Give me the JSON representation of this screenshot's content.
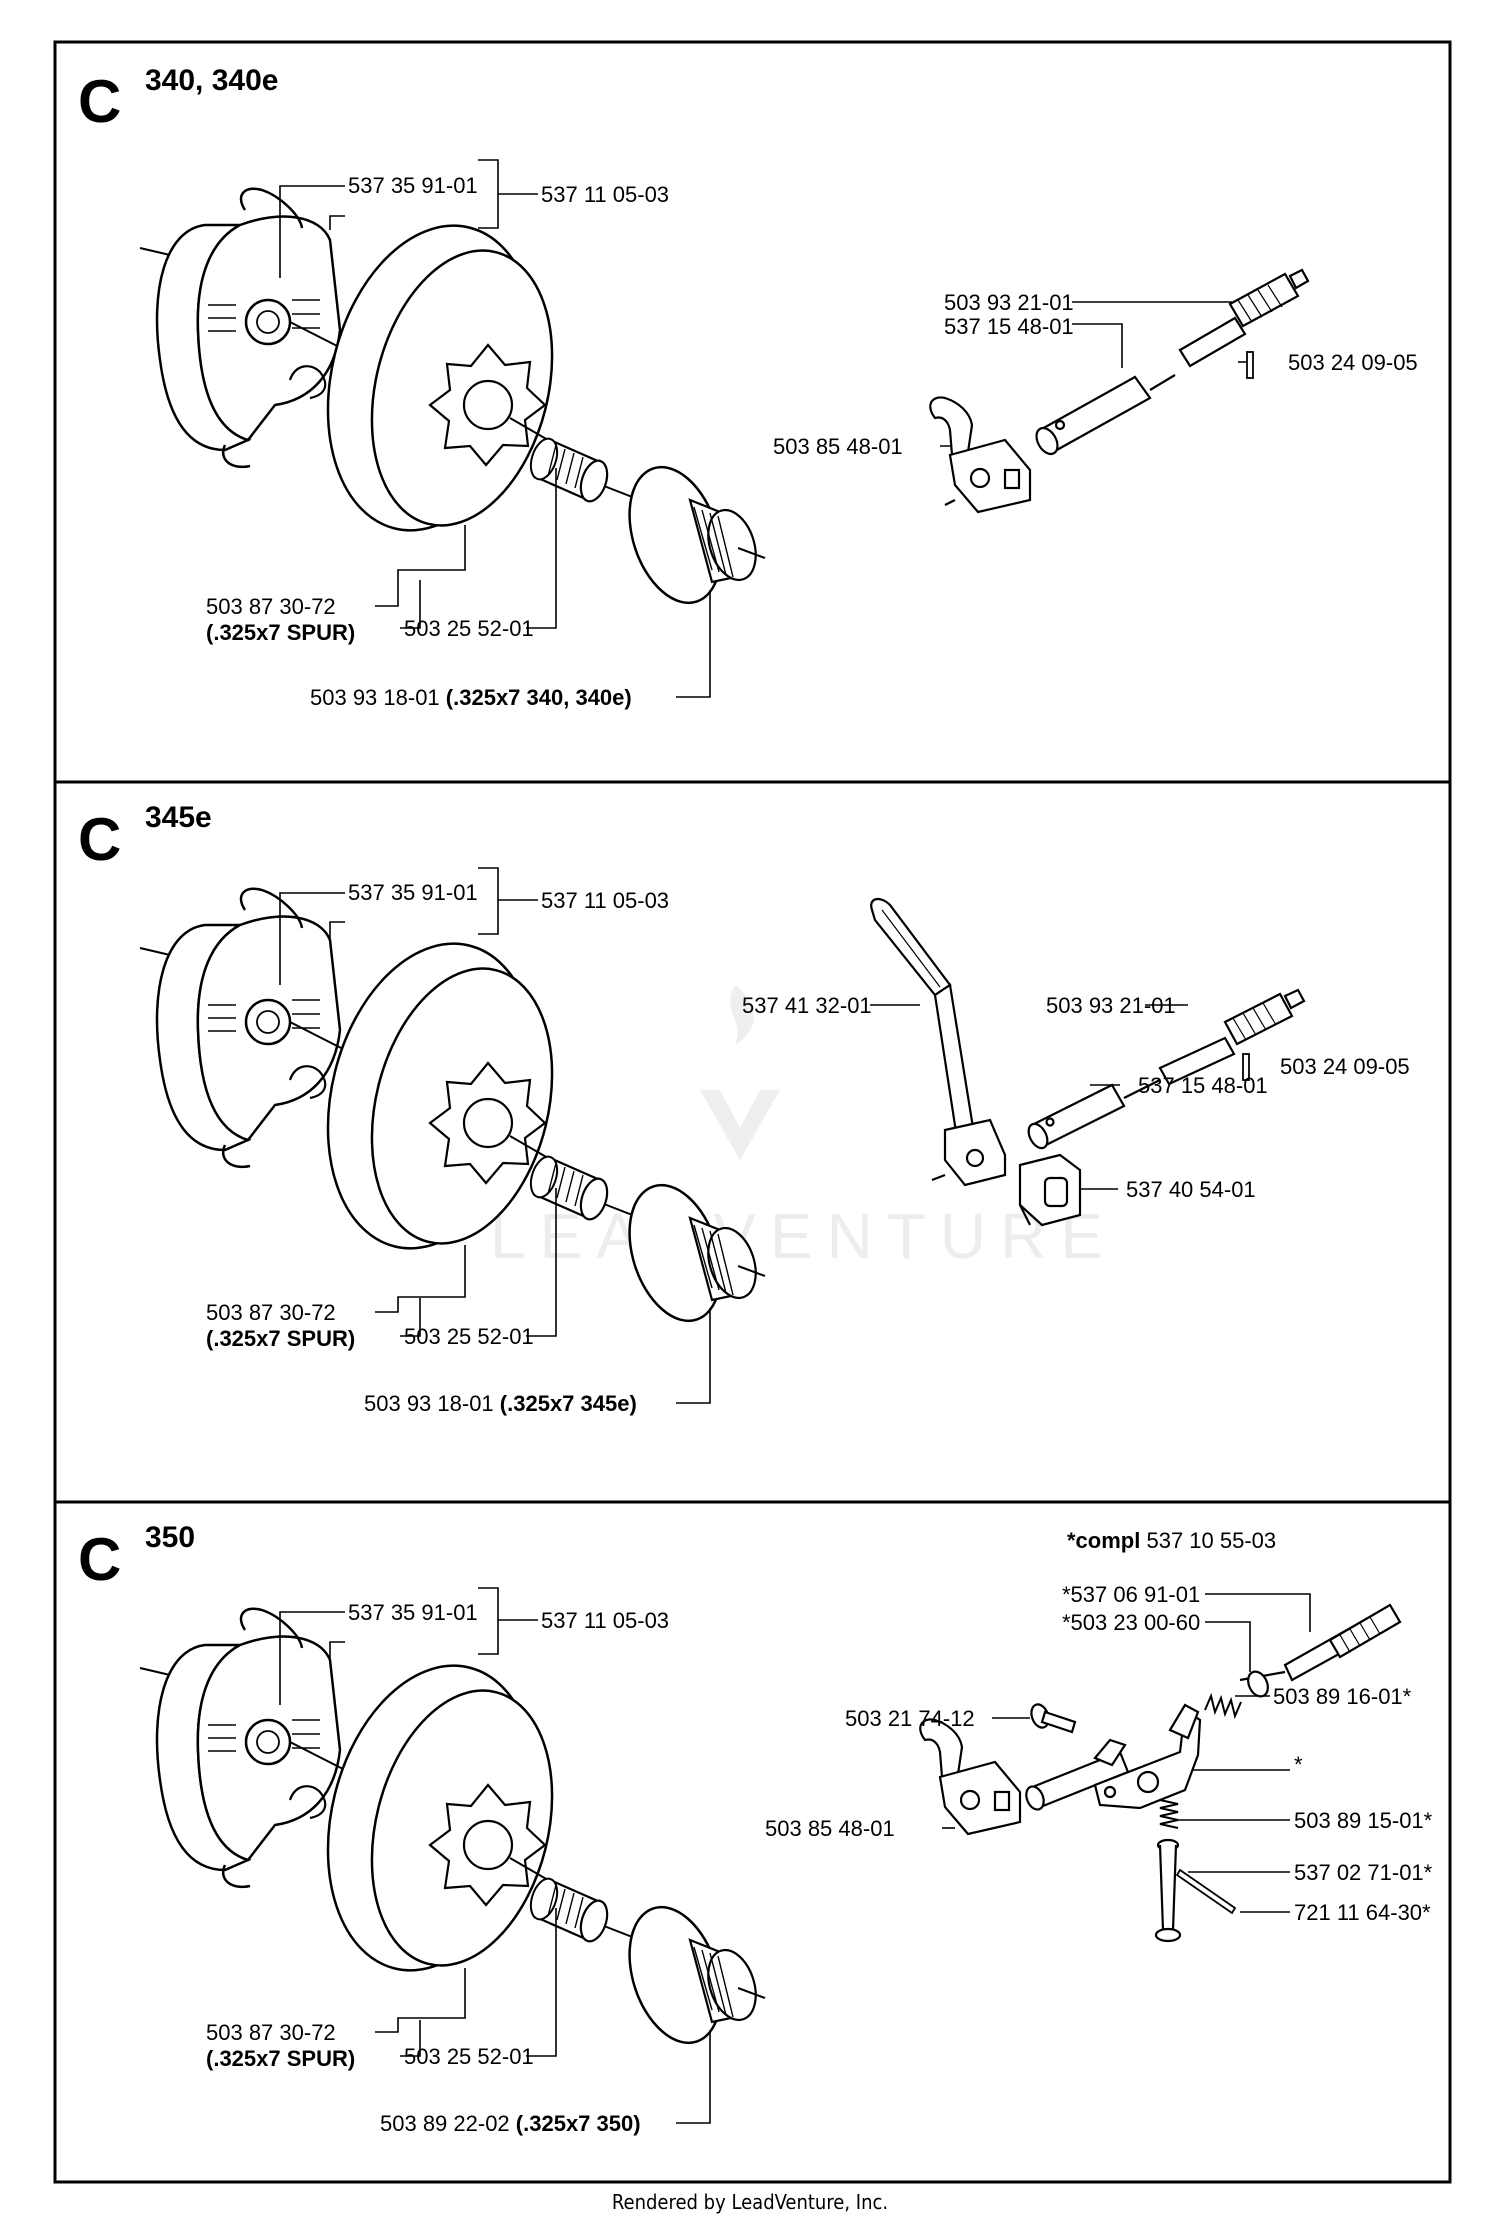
{
  "footer": "Rendered by LeadVenture, Inc.",
  "watermark": "LEADVENTURE",
  "sections": [
    {
      "letter": "C",
      "model": "340, 340e",
      "labels": {
        "shoe_part": "537 35 91-01",
        "clutch_part": "537 11 05-03",
        "drum_part": "503 87 30-72",
        "drum_note": "(.325x7 SPUR)",
        "bearing_part": "503 25 52-01",
        "sprocket_part": "503 93 18-01",
        "sprocket_note": "(.325x7  340, 340e)",
        "shaft_part": "503 93 21-01",
        "worm_part": "537 15 48-01",
        "pin_part": "503 24 09-05",
        "pump_part": "503 85 48-01"
      }
    },
    {
      "letter": "C",
      "model": "345e",
      "labels": {
        "shoe_part": "537 35 91-01",
        "clutch_part": "537 11 05-03",
        "drum_part": "503 87 30-72",
        "drum_note": "(.325x7 SPUR)",
        "bearing_part": "503 25 52-01",
        "sprocket_part": "503 93 18-01",
        "sprocket_note": "(.325x7  345e)",
        "lever_part": "537 41 32-01",
        "shaft_part": "503 93 21-01",
        "pin_part": "503 24 09-05",
        "worm_part": "537 15 48-01",
        "block_part": "537 40 54-01"
      }
    },
    {
      "letter": "C",
      "model": "350",
      "labels": {
        "compl_prefix": "*compl",
        "compl_part": "537 10 55-03",
        "shoe_part": "537 35 91-01",
        "clutch_part": "537 11 05-03",
        "drum_part": "503 87 30-72",
        "drum_note": "(.325x7 SPUR)",
        "bearing_part": "503 25 52-01",
        "sprocket_part": "503 89 22-02",
        "sprocket_note": "(.325x7  350)",
        "shaft_part": "*537 06 91-01",
        "washer_part": "*503 23 00-60",
        "spring_part": "503 89 16-01*",
        "screw_part": "503 21 74-12",
        "housing_mark": "*",
        "pump_part": "503 85 48-01",
        "spring2_part": "503 89 15-01*",
        "plunger_part": "537 02 71-01*",
        "pin2_part": "721 11 64-30*"
      }
    }
  ]
}
